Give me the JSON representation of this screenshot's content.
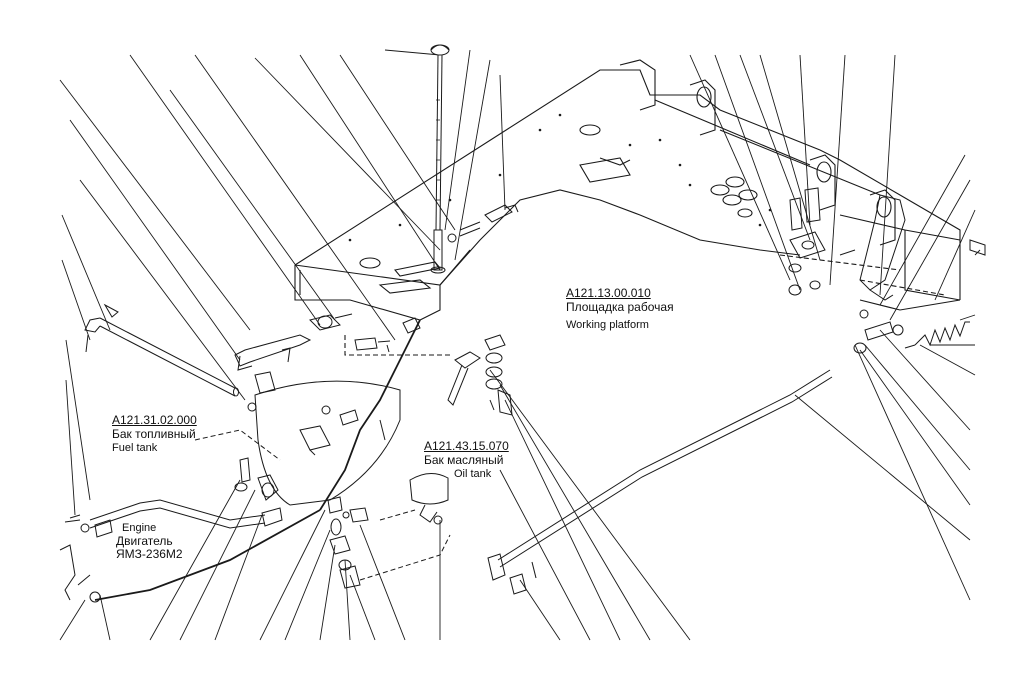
{
  "labels": {
    "platform": {
      "code": "A121.13.00.010",
      "ru": "Площадка рабочая",
      "en": "Working platform"
    },
    "fuel_tank": {
      "code": "A121.31.02.000",
      "ru": "Бак топливный",
      "en": "Fuel tank"
    },
    "oil_tank": {
      "code": "A121.43.15.070",
      "ru": "Бак масляный",
      "en": "Oil tank"
    },
    "engine": {
      "en": "Engine",
      "ru": "Двигатель",
      "model": "ЯМЗ-236М2"
    }
  },
  "colors": {
    "line": "#1a1a1a",
    "paper": "#ffffff"
  }
}
